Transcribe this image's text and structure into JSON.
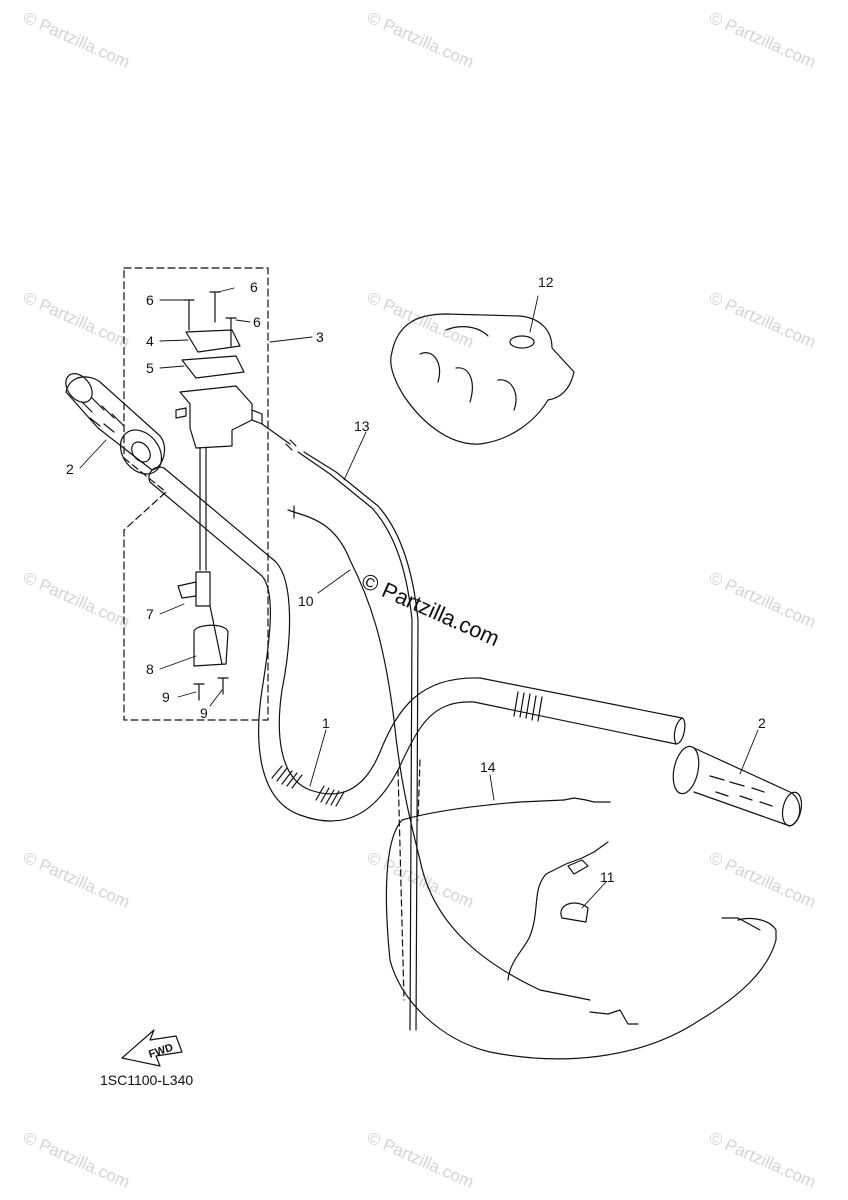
{
  "watermark_text": "© Partzilla.com",
  "center_watermark_text": "© Partzilla.com",
  "diagram_code": "1SC1100-L340",
  "fwd_label": "FWD",
  "callouts": [
    {
      "id": "c1",
      "label": "1"
    },
    {
      "id": "c2a",
      "label": "2"
    },
    {
      "id": "c2b",
      "label": "2"
    },
    {
      "id": "c3",
      "label": "3"
    },
    {
      "id": "c4",
      "label": "4"
    },
    {
      "id": "c5",
      "label": "5"
    },
    {
      "id": "c6a",
      "label": "6"
    },
    {
      "id": "c6b",
      "label": "6"
    },
    {
      "id": "c6c",
      "label": "6"
    },
    {
      "id": "c7",
      "label": "7"
    },
    {
      "id": "c8",
      "label": "8"
    },
    {
      "id": "c9a",
      "label": "9"
    },
    {
      "id": "c9b",
      "label": "9"
    },
    {
      "id": "c10",
      "label": "10"
    },
    {
      "id": "c11",
      "label": "11"
    },
    {
      "id": "c12",
      "label": "12"
    },
    {
      "id": "c13",
      "label": "13"
    },
    {
      "id": "c14",
      "label": "14"
    }
  ]
}
